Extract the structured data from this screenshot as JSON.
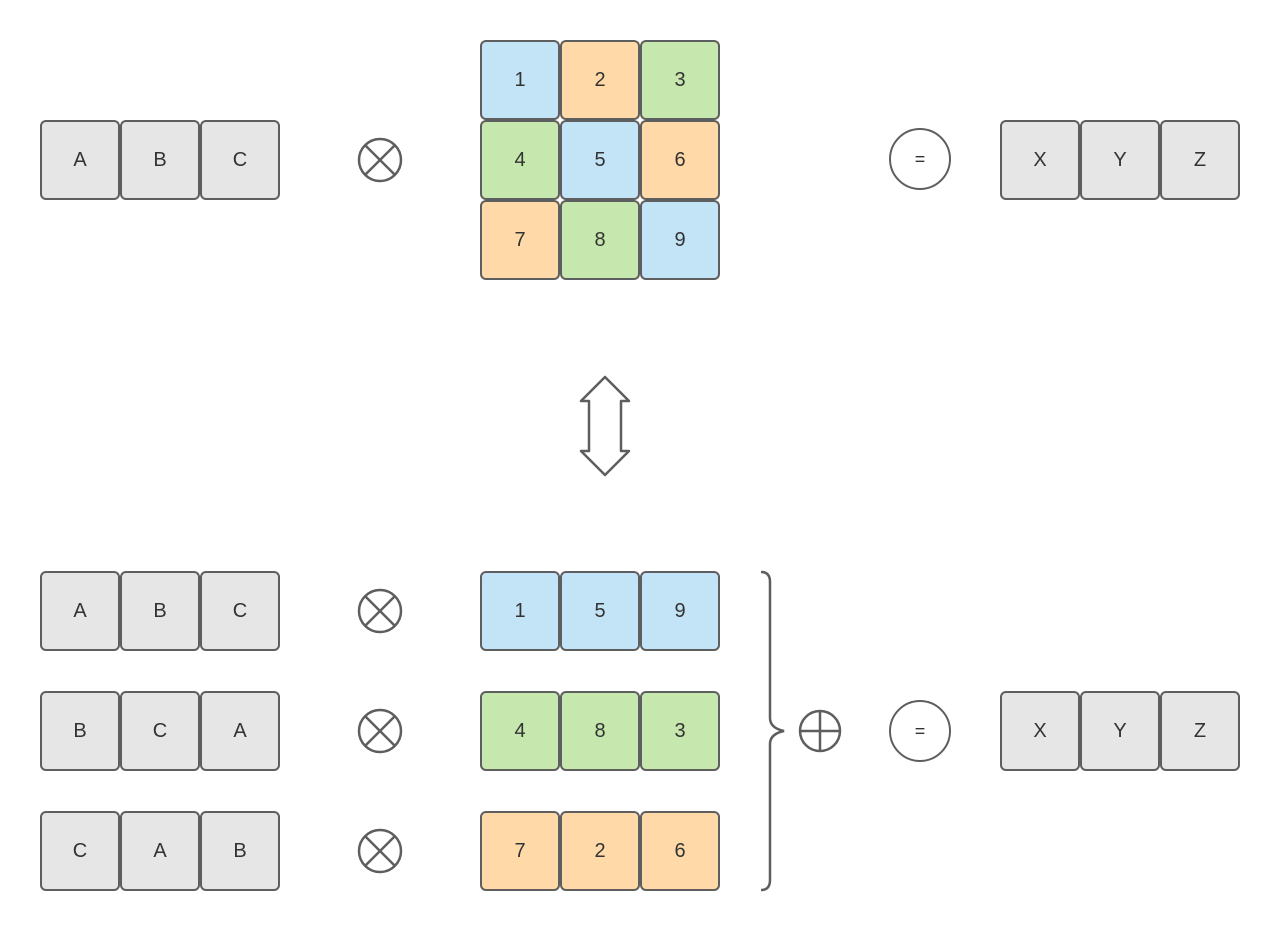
{
  "colors": {
    "grey": "#e6e6e6",
    "blue": "#c3e4f6",
    "orange": "#ffdaa8",
    "green": "#c6e7ae",
    "stroke": "#5e5e5e"
  },
  "top": {
    "input": [
      "A",
      "B",
      "C"
    ],
    "matrix": [
      [
        {
          "v": "1",
          "c": "blue"
        },
        {
          "v": "2",
          "c": "orange"
        },
        {
          "v": "3",
          "c": "green"
        }
      ],
      [
        {
          "v": "4",
          "c": "green"
        },
        {
          "v": "5",
          "c": "blue"
        },
        {
          "v": "6",
          "c": "orange"
        }
      ],
      [
        {
          "v": "7",
          "c": "orange"
        },
        {
          "v": "8",
          "c": "green"
        },
        {
          "v": "9",
          "c": "blue"
        }
      ]
    ],
    "equals": "=",
    "output": [
      "X",
      "Y",
      "Z"
    ]
  },
  "bottom": {
    "rows": [
      {
        "input": [
          "A",
          "B",
          "C"
        ],
        "diag": [
          "1",
          "5",
          "9"
        ],
        "color": "blue"
      },
      {
        "input": [
          "B",
          "C",
          "A"
        ],
        "diag": [
          "4",
          "8",
          "3"
        ],
        "color": "green"
      },
      {
        "input": [
          "C",
          "A",
          "B"
        ],
        "diag": [
          "7",
          "2",
          "6"
        ],
        "color": "orange"
      }
    ],
    "equals": "=",
    "output": [
      "X",
      "Y",
      "Z"
    ]
  },
  "icons": {
    "multiply": "circle-times-icon",
    "sum": "circle-plus-icon",
    "equivalence": "double-arrow-icon",
    "brace": "right-brace-icon"
  }
}
